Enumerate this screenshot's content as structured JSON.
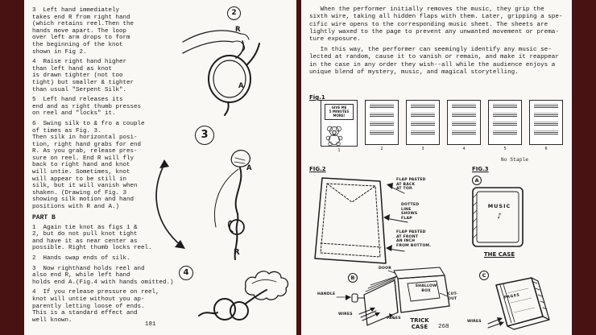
{
  "colors": {
    "background": "#481112",
    "page": "#f9f8f4",
    "ink": "#1a1a1a"
  },
  "left_page": {
    "page_number": "181",
    "steps_a": [
      "3  Left hand immediately\ntakes end R from right hand\n(which retains reel.Then the\nhands move apart. The loop\nover left arm drops to form\nthe beginning of the knot\nshown in Fig 2.",
      "4  Raise right hand higher\nthan left hand as knot\nis drawn tighter (not too\ntight) but smaller & tighter\nthan usual \"Serpent Silk\".",
      "5  Left hand releases its\nend and as right thumb presses\non reel and \"locks\" it.",
      "6  Swing silk to & fro a couple\nof times as Fig. 3.\nThen silk in horizontal posi-\ntion, right hand grabs for end\nR. As you grab, release pres-\nsure on reel. End R will fly\nback to right hand and knot\nwill untie. Sometimes, knot\nwill appear to be still in\nsilk, but it will vanish when\nshaken. (Drawing of Fig. 3\nshowing silk motion and hand\npositions with R and A.)"
    ],
    "part_b_heading": "PART B",
    "steps_b": [
      "1  Again tie knot as figs 1 &\n2, but do not pull knot tight\nand have it as near center as\npossible. Right thumb locks reel.",
      "2  Hands swap ends of silk.",
      "3  Now righthand holds reel and\nalso end R, while left hand\nholds end A.(Fig.4 with hands omitted.)",
      "4  If you release pressure on reel,\nknot will untie without you ap-\nparently letting loose of ends.\nThis is a standard effect and\nwell known."
    ],
    "figures": {
      "fig2_number": "2",
      "fig3_number": "3",
      "fig4_number": "4",
      "fig2_label_r": "R",
      "fig2_label_a": "A",
      "fig3_label_a": "A",
      "fig3_label_r": "R"
    }
  },
  "right_page": {
    "page_number": "268",
    "paragraphs": [
      "   When the performer initially removes the music, they grip the\nsixth wire, taking all hidden flaps with them. Later, gripping a spe-\ncific wire opens to the corresponding music sheet. The sheets are\nlightly waxed to the page to prevent any unwanted movement or prema-\nture exposure.",
      "   In this way, the performer can seemingly identify any music se-\nlected at random, cause it to vanish or remain, and make it reappear\nin the case in any order they wish--all while the audience enjoys a\nunique blend of mystery, music, and magical storytelling."
    ],
    "fig1": {
      "label": "Fig.1",
      "sign_text": "GIVE ME\n5 MINUTES\nMORE!",
      "sheet_numbers": [
        "1",
        "2",
        "3",
        "4",
        "5",
        "6"
      ],
      "no_staple": "No Staple"
    },
    "fig2": {
      "label": "FIG.2",
      "ann_top": "FLAP PASTED\nAT BACK\nAT TOP.",
      "ann_mid": "DOTTED\nLINE\nSHOWS\nFLAP",
      "ann_bottom": "FLAP PASTED\nAT FRONT\nAN INCH\nFROM BOTTOM."
    },
    "fig3": {
      "label": "FIG.3",
      "badge": "A",
      "music_text": "MUSIC",
      "note_glyph": "♪",
      "caption": "THE CASE"
    },
    "fig_b": {
      "badge": "B",
      "door": "DOOR",
      "handle": "HANDLE",
      "shallow_box": "SHALLOW\nBOX",
      "cut_out": "CUT-\nOUT",
      "wires": "WIRES",
      "pages": "PAGES",
      "caption": "TRICK\nCASE"
    },
    "fig_c": {
      "badge": "C",
      "pages": "PAGES",
      "wires": "WIRES"
    }
  }
}
